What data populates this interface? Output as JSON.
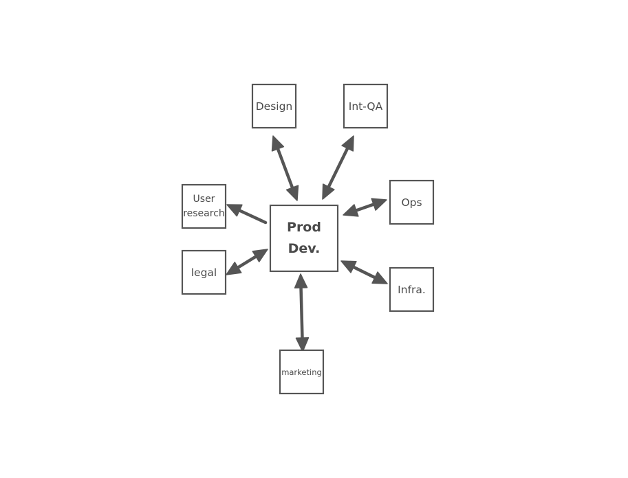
{
  "center": {
    "line1": "Prod",
    "line2": "Dev."
  },
  "nodes": {
    "design": "Design",
    "int_qa": "Int-QA",
    "user_research_line1": "User",
    "user_research_line2": "research",
    "ops": "Ops",
    "legal": "legal",
    "infra": "Infra.",
    "marketing": "marketing"
  },
  "colors": {
    "stroke": "#555555",
    "text": "#4a4a4a",
    "background": "#ffffff"
  }
}
